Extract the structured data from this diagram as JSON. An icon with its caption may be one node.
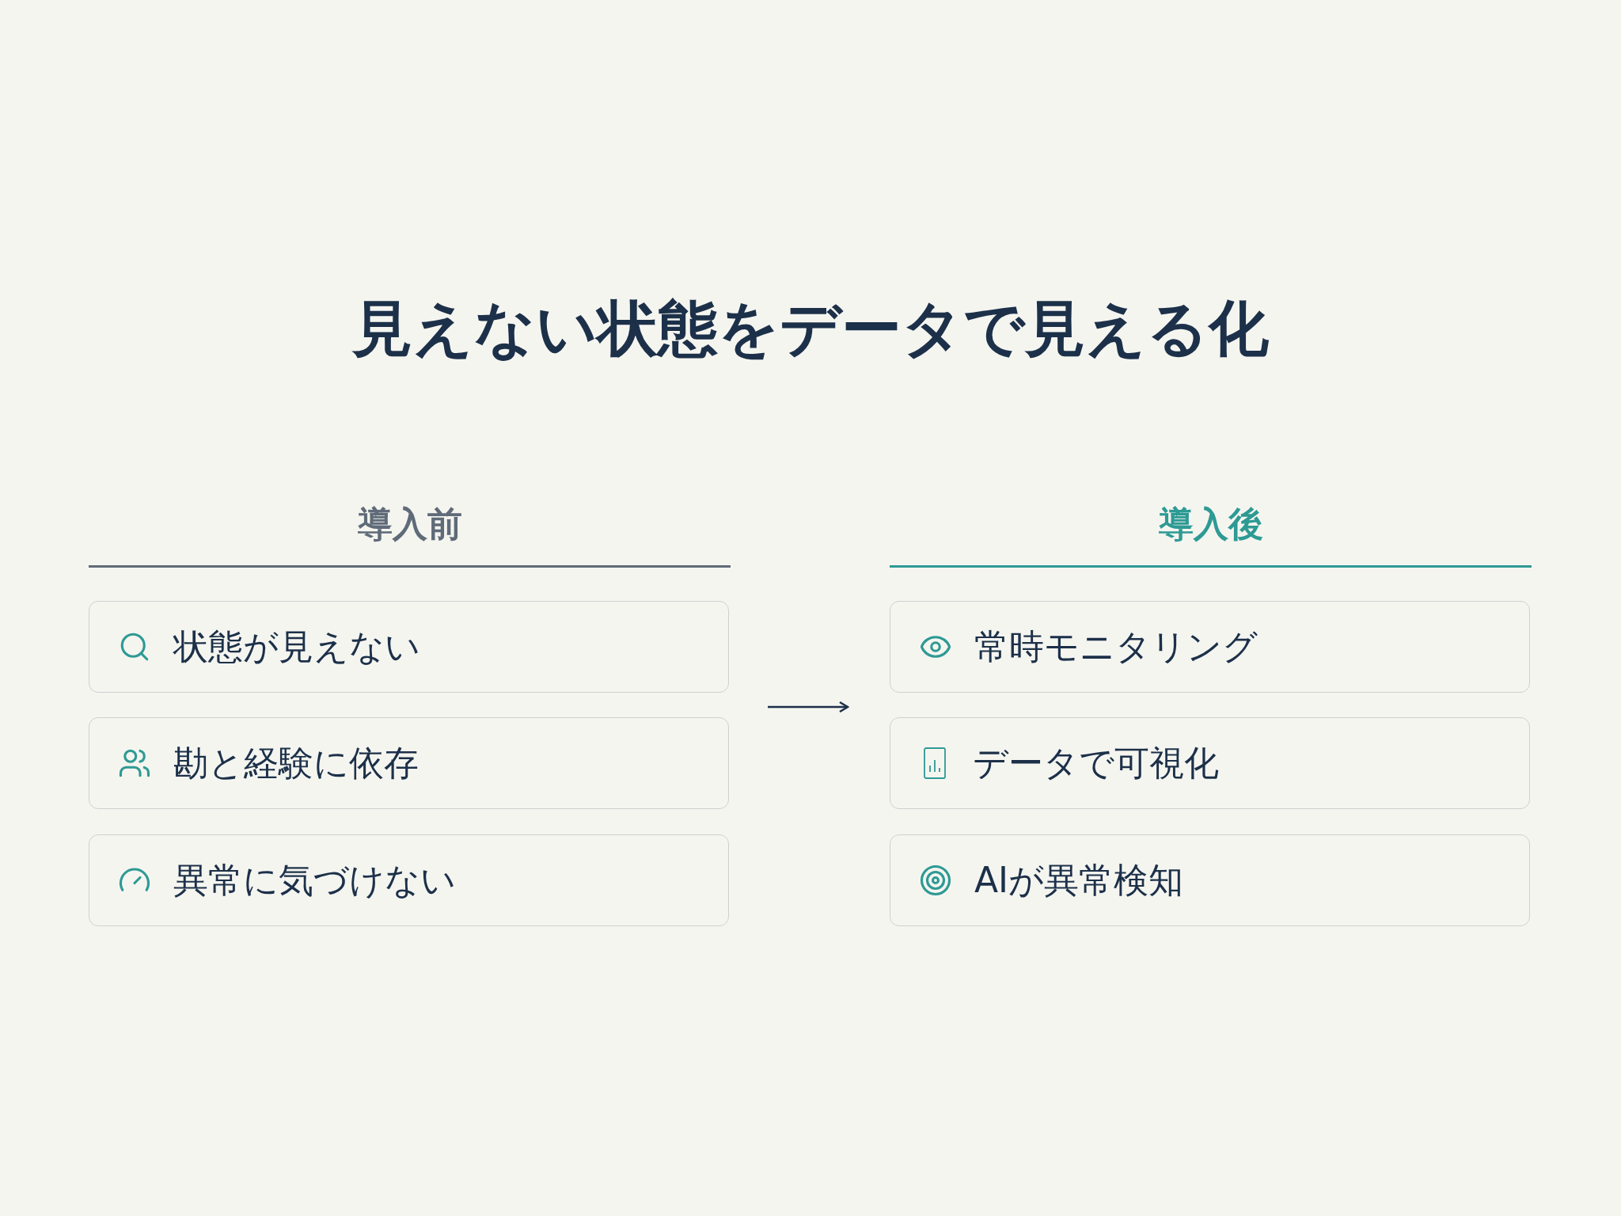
{
  "diagram": {
    "title": "見えない状態をデータで見える化",
    "nodes": [
      {
        "text": [
          "導入前"
        ]
      },
      {
        "text": [
          "状態が見えない"
        ],
        "in": 0
      },
      {
        "text": [
          "勘と経験に依存"
        ],
        "in": 0
      },
      {
        "text": [
          "異常に気づけない"
        ],
        "in": 0
      },
      {
        "text": [
          "導入後"
        ]
      },
      {
        "text": [
          "常時モニタリング"
        ],
        "in": 4
      },
      {
        "text": [
          "データで可視化"
        ],
        "in": 4
      },
      {
        "text": [
          "AIが異常検知"
        ],
        "in": 4
      }
    ],
    "edges": [
      {
        "from": 0,
        "to": 4,
        "arrow": "to"
      }
    ]
  }
}
